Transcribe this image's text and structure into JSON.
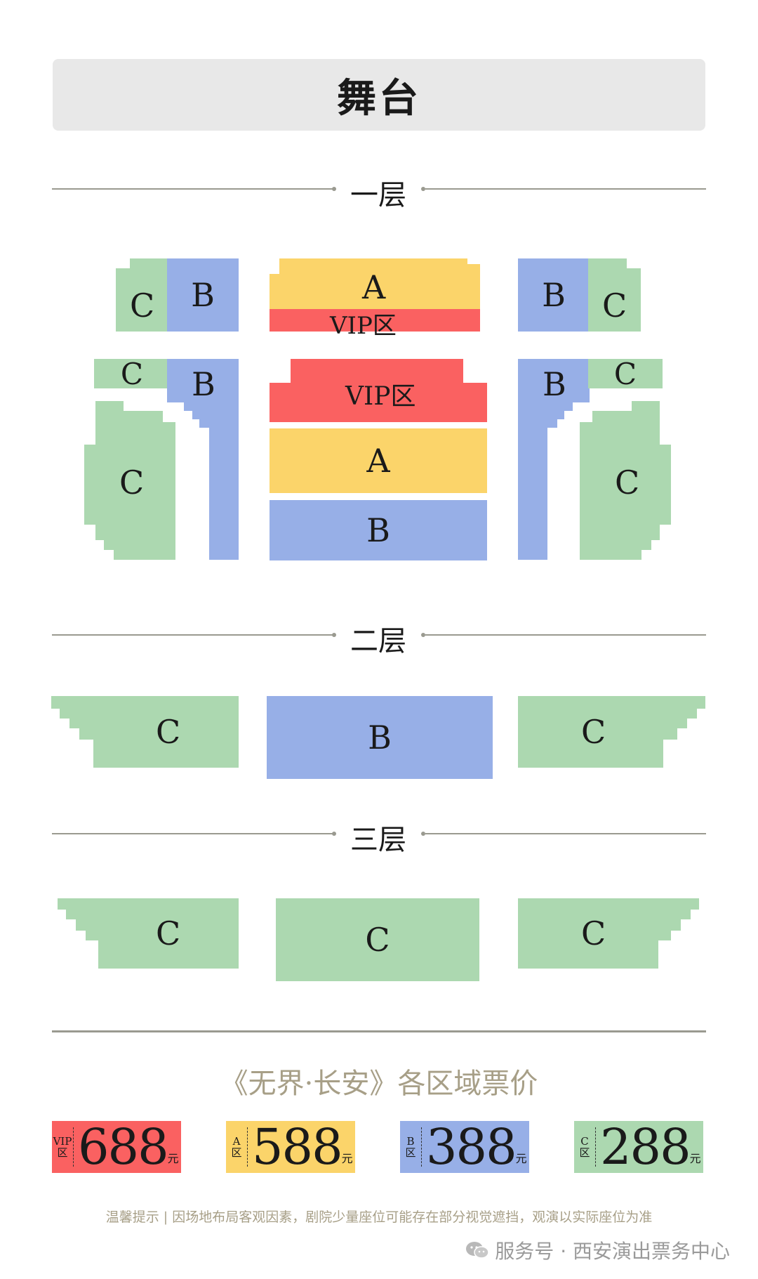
{
  "stage_label": "舞台",
  "floors": {
    "floor1": "一层",
    "floor2": "二层",
    "floor3": "三层"
  },
  "zones": {
    "vip": "VIP区",
    "a": "A",
    "b": "B",
    "c": "C"
  },
  "colors": {
    "vip": "#fa6161",
    "a": "#fbd46a",
    "b": "#97afe7",
    "c": "#acd8b0",
    "stage": "#e8e8e8"
  },
  "price_title": "《无界·长安》各区域票价",
  "prices": [
    {
      "tag_top": "VIP",
      "tag_bottom": "区",
      "value": "688",
      "unit": "元"
    },
    {
      "tag_top": "A",
      "tag_bottom": "区",
      "value": "588",
      "unit": "元"
    },
    {
      "tag_top": "B",
      "tag_bottom": "区",
      "value": "388",
      "unit": "元"
    },
    {
      "tag_top": "C",
      "tag_bottom": "区",
      "value": "288",
      "unit": "元"
    }
  ],
  "notice": "温馨提示 | 因场地布局客观因素，剧院少量座位可能存在部分视觉遮挡，观演以实际座位为准",
  "footer": {
    "icon": "wechat-icon",
    "text": "服务号 · 西安演出票务中心"
  }
}
